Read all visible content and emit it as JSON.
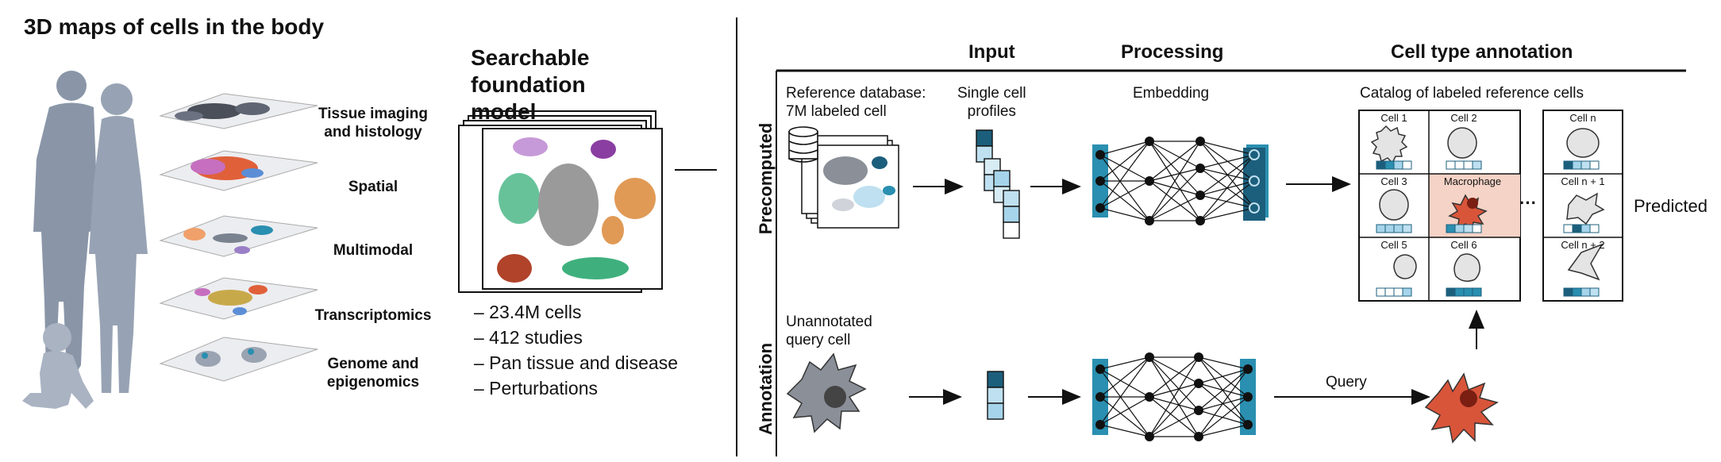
{
  "left_panel": {
    "title": "3D maps of cells in the body",
    "layers": [
      {
        "label": "Tissue imaging\nand histology"
      },
      {
        "label": "Spatial"
      },
      {
        "label": "Multimodal"
      },
      {
        "label": "Transcriptomics"
      },
      {
        "label": "Genome and\nepigenomics"
      }
    ]
  },
  "model_panel": {
    "title": "Searchable foundation model",
    "stats": [
      "– 23.4M cells",
      "– 412 studies",
      "– Pan tissue and disease",
      "– Perturbations"
    ]
  },
  "pipeline": {
    "headers": {
      "input": "Input",
      "processing": "Processing",
      "annotation": "Cell type annotation"
    },
    "rows": {
      "precomputed": "Precomputed",
      "annotation": "Annotation"
    },
    "reference_db": "Reference database:\n7M labeled cell",
    "single_cell": "Single cell\nprofiles",
    "embedding": "Embedding",
    "catalog": "Catalog of labeled reference cells",
    "unannotated": "Unannotated\nquery cell",
    "query": "Query",
    "predicted": "Predicted",
    "ellipsis": "···",
    "cells": [
      {
        "name": "Cell 1"
      },
      {
        "name": "Cell 2"
      },
      {
        "name": "Cell 3"
      },
      {
        "name": "Macrophage"
      },
      {
        "name": "Cell 5"
      },
      {
        "name": "Cell 6"
      }
    ],
    "cells_n": [
      {
        "name": "Cell n"
      },
      {
        "name": "Cell n + 1"
      },
      {
        "name": "Cell n + 2"
      }
    ]
  },
  "colors": {
    "teal": "#2a8fb0",
    "dark_teal": "#1c5f7c",
    "light_blue": "#bfe0f0",
    "macrophage_bg": "#f5d3c6",
    "macrophage_cell": "#d9553a",
    "body_gray": "#8a96a8"
  }
}
